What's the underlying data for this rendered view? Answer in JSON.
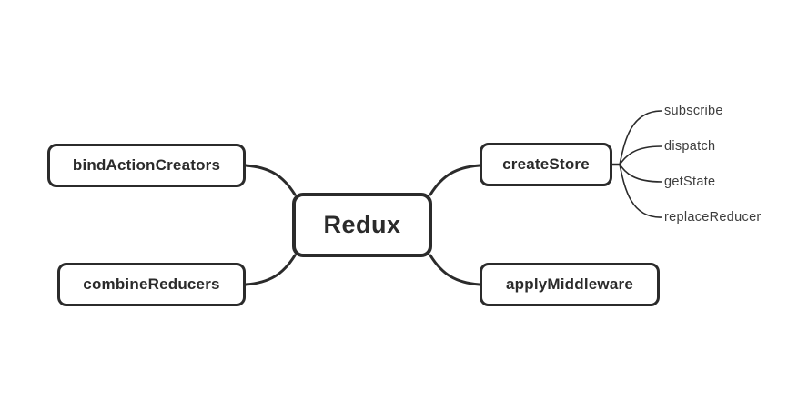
{
  "mindmap": {
    "root": {
      "label": "Redux"
    },
    "branches": [
      {
        "label": "bindActionCreators",
        "side": "left"
      },
      {
        "label": "combineReducers",
        "side": "left"
      },
      {
        "label": "createStore",
        "side": "right",
        "children": [
          "subscribe",
          "dispatch",
          "getState",
          "replaceReducer"
        ]
      },
      {
        "label": "applyMiddleware",
        "side": "right"
      }
    ],
    "colors": {
      "line": "#2b2b2b",
      "node-border": "#2b2b2b",
      "node-text": "#2b2b2b",
      "node-fill": "#ffffff",
      "leaf-text": "#3d3d3d",
      "background": "#ffffff"
    }
  }
}
